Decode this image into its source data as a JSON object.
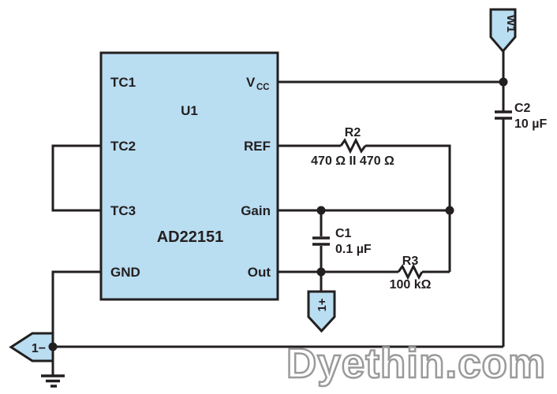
{
  "colors": {
    "node_fill": "#b9ddf1",
    "stroke": "#231f20",
    "text": "#231f20",
    "watermark_outline": "#9a9a9a"
  },
  "ic": {
    "designator": "U1",
    "part_number": "AD22151",
    "pins": {
      "tc1": "TC1",
      "tc2": "TC2",
      "tc3": "TC3",
      "gnd": "GND",
      "vcc_main": "V",
      "vcc_sub": "CC",
      "ref": "REF",
      "gain": "Gain",
      "out": "Out"
    }
  },
  "components": {
    "r2": {
      "label": "R2",
      "value": "470 Ω II 470 Ω"
    },
    "r3": {
      "label": "R3",
      "value": "100 kΩ"
    },
    "c1": {
      "label": "C1",
      "value": "0.1 µF"
    },
    "c2": {
      "label": "C2",
      "value": "10 µF"
    }
  },
  "connectors": {
    "w1": "W1",
    "plus": "1+",
    "minus": "1−"
  },
  "watermark": {
    "text": "Dyethin.com"
  }
}
